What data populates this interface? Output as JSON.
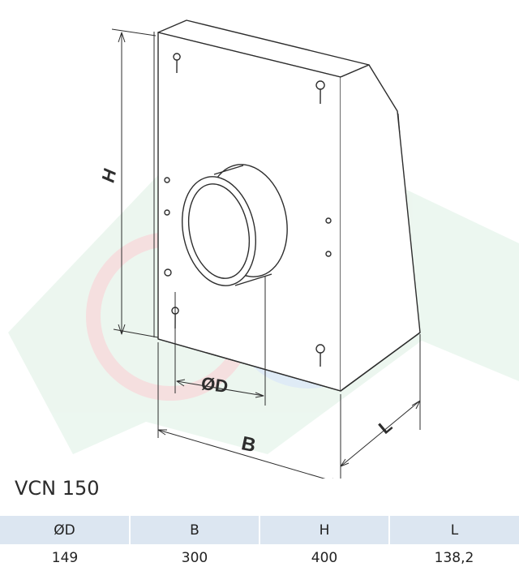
{
  "diagram": {
    "dimension_labels": {
      "height": "H",
      "diameter": "ØD",
      "width": "B",
      "length": "L"
    }
  },
  "model_name": "VCN 150",
  "spec_table": {
    "headers": [
      "ØD",
      "B",
      "H",
      "L"
    ],
    "values": [
      "149",
      "300",
      "400",
      "138,2"
    ]
  },
  "colors": {
    "outline": "#2d2d2d",
    "table_header_bg": "#dce6f1",
    "watermark_green": "#d6eedd",
    "watermark_red": "#f5dcdc",
    "watermark_blue": "#dce9f6"
  }
}
